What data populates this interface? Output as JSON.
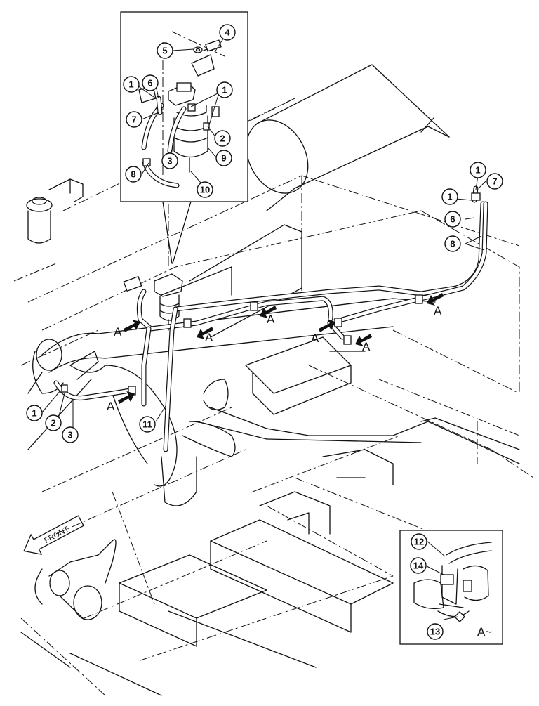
{
  "diagram": {
    "callouts": {
      "main_filter_1": "1",
      "main_filter_2": "2",
      "main_filter_3": "3",
      "main_filter_11": "11",
      "right_1a": "1",
      "right_1b": "1",
      "right_7": "7",
      "right_6": "6",
      "right_8": "8",
      "inset_5": "5",
      "inset_4": "4",
      "inset_1a": "1",
      "inset_6": "6",
      "inset_1b": "1",
      "inset_7": "7",
      "inset_2": "2",
      "inset_9": "9",
      "inset_8": "8",
      "inset_3": "3",
      "inset_10": "10",
      "detail_12": "12",
      "detail_14": "14",
      "detail_13": "13"
    },
    "arrow_label": "A",
    "detail_label": "A~",
    "front_label": "FRONT"
  }
}
